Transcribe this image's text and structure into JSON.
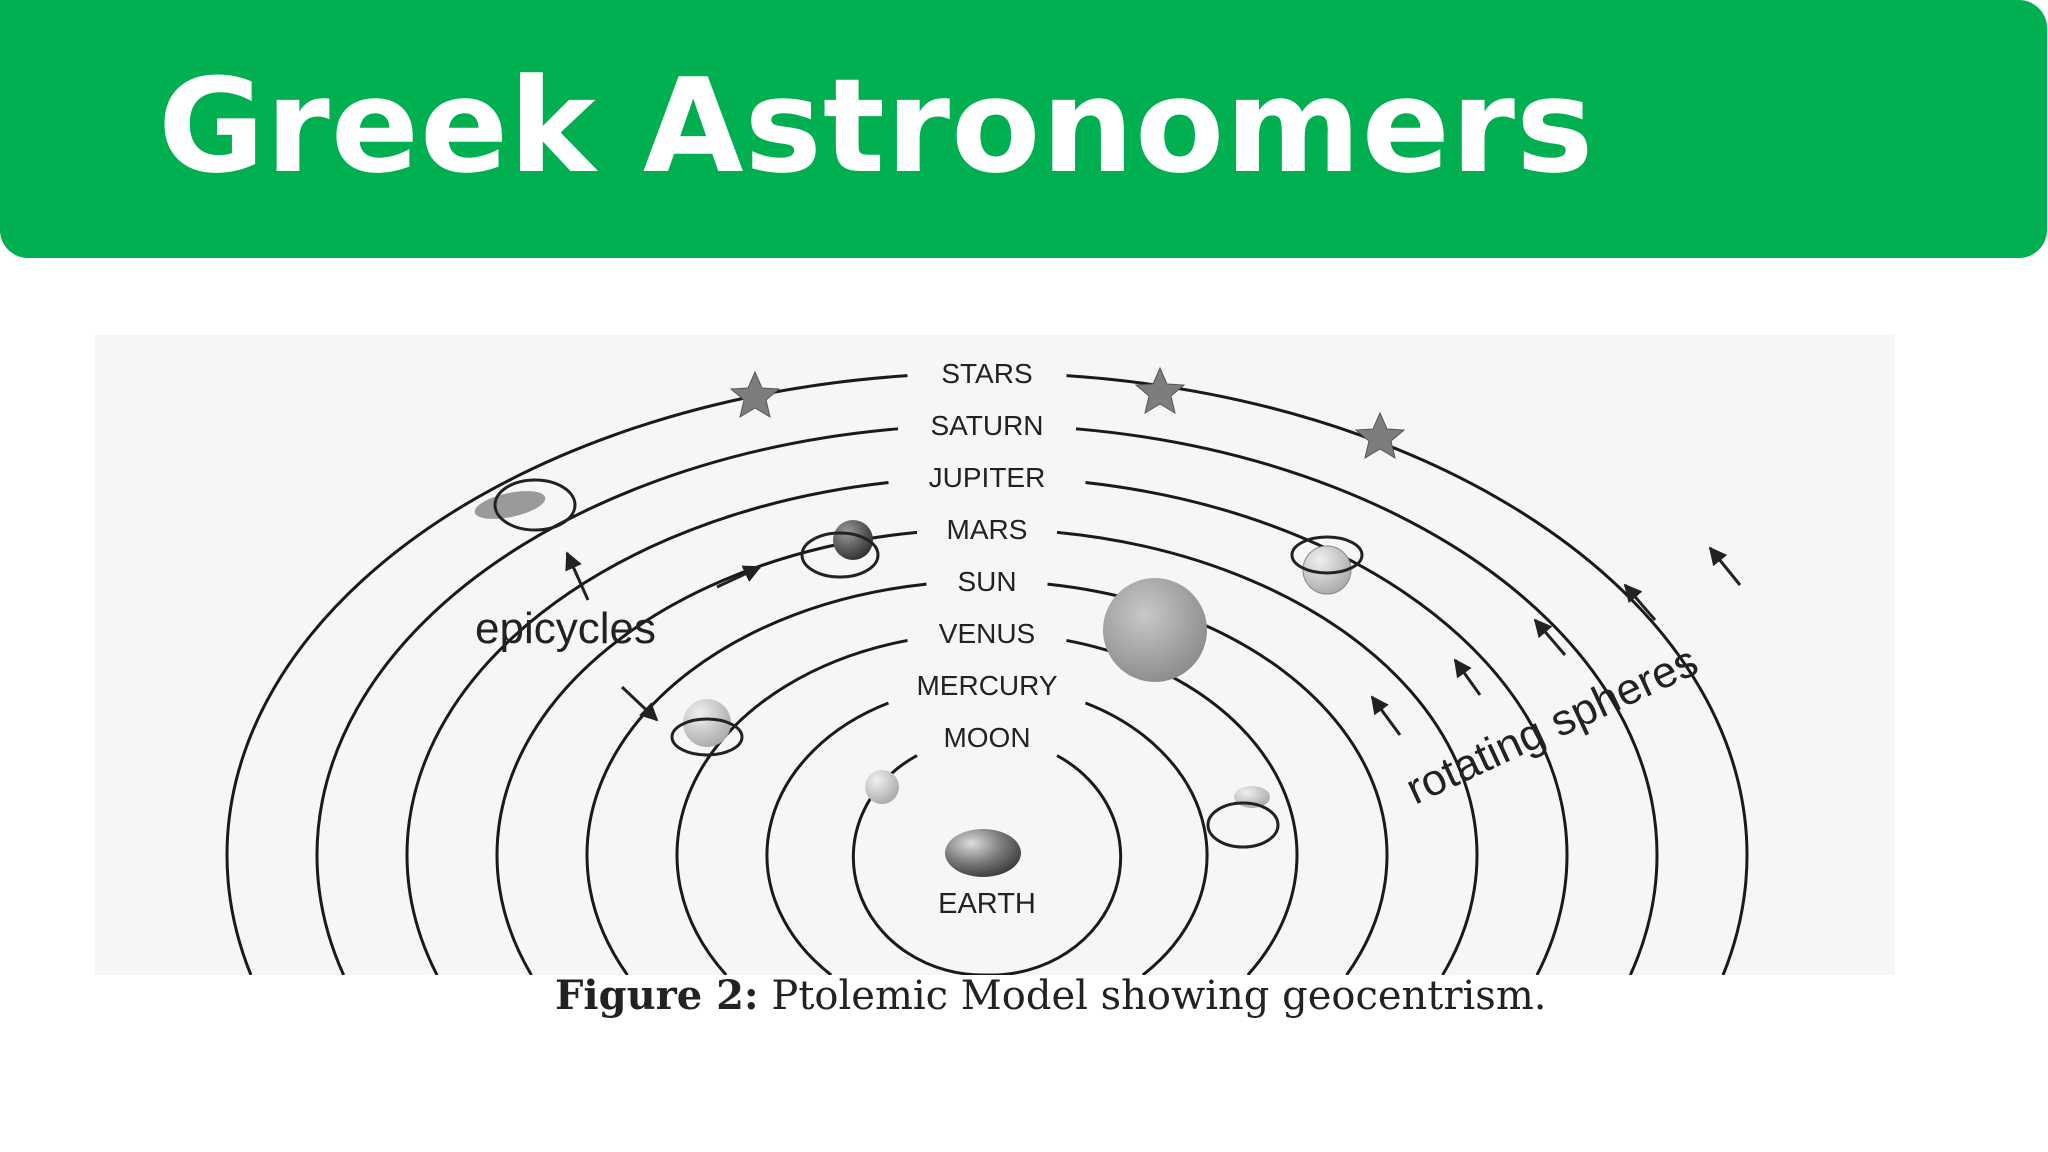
{
  "slide": {
    "title": "Greek Astronomers",
    "banner_color": "#00b050"
  },
  "diagram": {
    "spheres": [
      {
        "label": "STARS"
      },
      {
        "label": "SATURN"
      },
      {
        "label": "JUPITER"
      },
      {
        "label": "MARS"
      },
      {
        "label": "SUN"
      },
      {
        "label": "VENUS"
      },
      {
        "label": "MERCURY"
      },
      {
        "label": "MOON"
      }
    ],
    "center_label": "EARTH",
    "annotations": {
      "epicycles": "epicycles",
      "rotating_spheres": "rotating spheres"
    },
    "star_icon": "star-icon",
    "planet_icon": "planet-icon"
  },
  "caption": {
    "prefix": "Figure 2:",
    "text": " Ptolemic Model showing geocentrism."
  }
}
